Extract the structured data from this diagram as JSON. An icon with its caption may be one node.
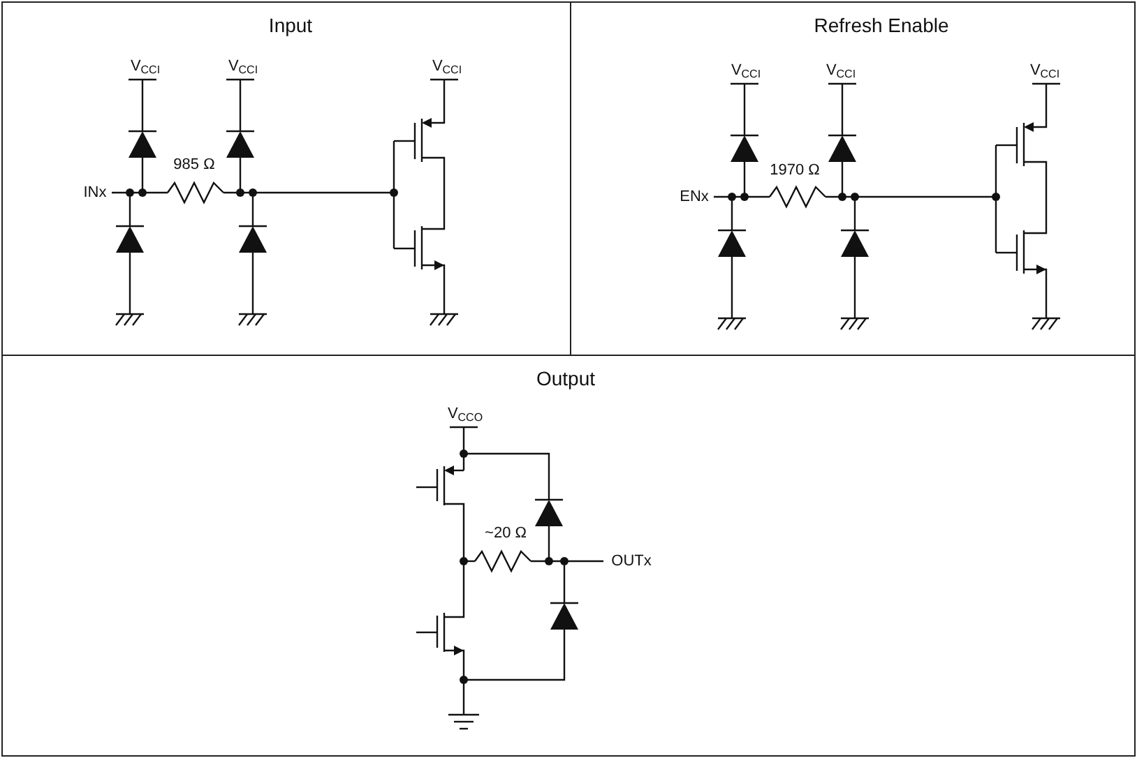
{
  "diagram": {
    "nodes": [
      {
        "text": [
          "Input"
        ]
      },
      {
        "text": [
          "Refresh Enable"
        ]
      },
      {
        "text": [
          "Output"
        ]
      }
    ],
    "labels": [
      "V$_{CCI}$",
      "V$_{CCI}$",
      "V$_{CCI}$",
      "985 Ω",
      "INx",
      "V$_{CCI}$",
      "V$_{CCI}$",
      "V$_{CCI}$",
      "1970 Ω",
      "ENx",
      "V$_{CCO}$",
      "~20 Ω",
      "OUTx"
    ]
  }
}
